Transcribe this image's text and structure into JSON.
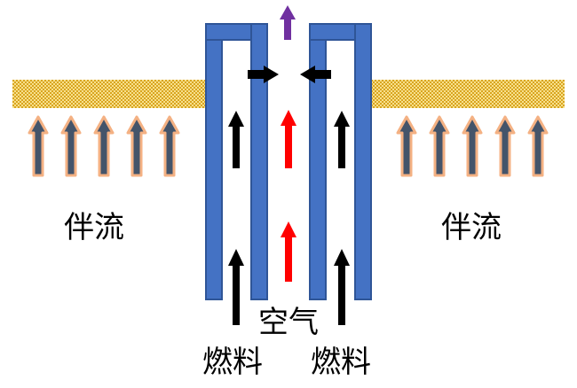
{
  "labels": {
    "coflow_left": "伴流",
    "coflow_right": "伴流",
    "air": "空气",
    "fuel_left": "燃料",
    "fuel_right": "燃料"
  },
  "colors": {
    "wall_fill": "#4472C4",
    "wall_stroke": "#2F5597",
    "coflow_arrow_fill": "#44546A",
    "coflow_arrow_outline": "#F4B183",
    "fuel_arrow": "#000000",
    "air_arrow": "#FF0000",
    "exhaust_arrow": "#7030A0",
    "band_fill": "#F2D26B",
    "band_dots": "#D9A520"
  }
}
